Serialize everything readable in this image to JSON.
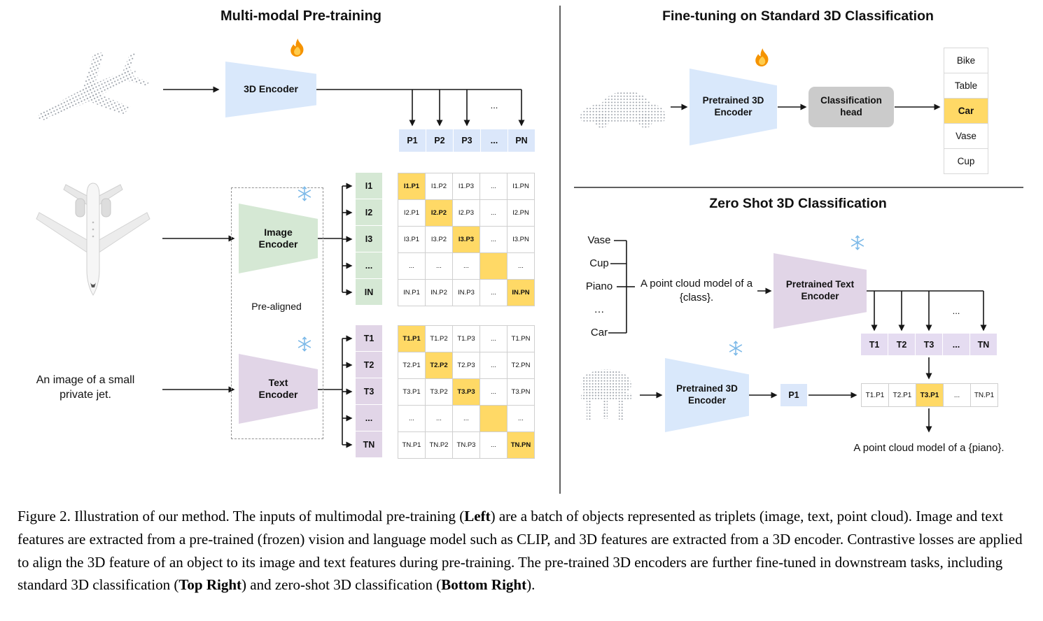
{
  "fig": {
    "left": {
      "title": "Multi-modal Pre-training",
      "encoder_3d": "3D Encoder",
      "image_encoder": "Image Encoder",
      "text_encoder": "Text Encoder",
      "pre_aligned": "Pre-aligned",
      "input_text": "An image of a small private jet.",
      "ellipsis": "...",
      "p_row": [
        "P1",
        "P2",
        "P3",
        "...",
        "PN"
      ],
      "i_labels": [
        "I1",
        "I2",
        "I3",
        "...",
        "IN"
      ],
      "t_labels": [
        "T1",
        "T2",
        "T3",
        "...",
        "TN"
      ],
      "i_matrix": [
        [
          "I1.P1",
          "I1.P2",
          "I1.P3",
          "...",
          "I1.PN"
        ],
        [
          "I2.P1",
          "I2.P2",
          "I2.P3",
          "...",
          "I2.PN"
        ],
        [
          "I3.P1",
          "I3.P2",
          "I3.P3",
          "...",
          "I3.PN"
        ],
        [
          "...",
          "...",
          "...",
          "",
          "..."
        ],
        [
          "IN.P1",
          "IN.P2",
          "IN.P3",
          "...",
          "IN.PN"
        ]
      ],
      "t_matrix": [
        [
          "T1.P1",
          "T1.P2",
          "T1.P3",
          "...",
          "T1.PN"
        ],
        [
          "T2.P1",
          "T2.P2",
          "T2.P3",
          "...",
          "T2.PN"
        ],
        [
          "T3.P1",
          "T3.P2",
          "T3.P3",
          "...",
          "T3.PN"
        ],
        [
          "...",
          "...",
          "...",
          "",
          "..."
        ],
        [
          "TN.P1",
          "TN.P2",
          "TN.P3",
          "...",
          "TN.PN"
        ]
      ],
      "icons": {
        "encoder_3d": "fire-icon",
        "image_encoder": "snowflake-icon",
        "text_encoder": "snowflake-icon"
      }
    },
    "finetune": {
      "title": "Fine-tuning on Standard 3D Classification",
      "encoder": "Pretrained 3D Encoder",
      "head": "Classification head",
      "classes": [
        "Bike",
        "Table",
        "Car",
        "Vase",
        "Cup"
      ],
      "highlighted_class": "Car",
      "icons": {
        "encoder": "fire-icon"
      }
    },
    "zeroshot": {
      "title": "Zero Shot 3D Classification",
      "classes": [
        "Vase",
        "Cup",
        "Piano",
        "…",
        "Car"
      ],
      "prompt": "A point cloud model of a {class}.",
      "text_encoder": "Pretrained Text Encoder",
      "encoder_3d": "Pretrained 3D Encoder",
      "t_row": [
        "T1",
        "T2",
        "T3",
        "...",
        "TN"
      ],
      "p_cell": "P1",
      "result_row": [
        "T1.P1",
        "T2.P1",
        "T3.P1",
        "...",
        "TN.P1"
      ],
      "highlighted_result": "T3.P1",
      "output_text": "A point cloud model of a {piano}.",
      "ellipsis": "...",
      "icons": {
        "text_encoder": "snowflake-icon",
        "encoder_3d": "snowflake-icon"
      }
    }
  },
  "colors": {
    "highlight": "#FFD966",
    "blue_cells": "#DAE8FC",
    "green_cells": "#D5E8D4",
    "purple_cells": "#E1D5E7",
    "head_gray": "#CBCBCB"
  },
  "caption": {
    "segments": [
      {
        "t": "Figure 2. Illustration of our method. The inputs of multimodal pre-training (",
        "b": false
      },
      {
        "t": "Left",
        "b": true
      },
      {
        "t": ") are a batch of objects represented as triplets (image, text, point cloud). Image and text features are extracted from a pre-trained (frozen) vision and language model such as CLIP, and 3D features are extracted from a 3D encoder. Contrastive losses are applied to align the 3D feature of an object to its image and text features during pre-training. The pre-trained 3D encoders are further fine-tuned in downstream tasks, including standard 3D classification (",
        "b": false
      },
      {
        "t": "Top Right",
        "b": true
      },
      {
        "t": ") and zero-shot 3D classification (",
        "b": false
      },
      {
        "t": "Bottom Right",
        "b": true
      },
      {
        "t": ").",
        "b": false
      }
    ]
  }
}
